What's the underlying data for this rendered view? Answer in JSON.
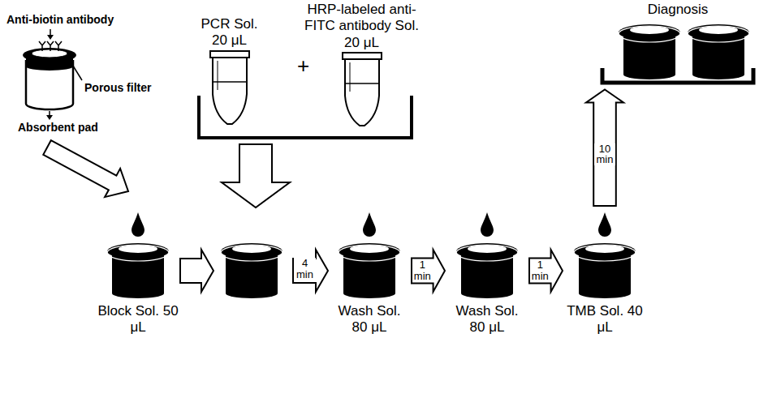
{
  "diagram": {
    "nodes": [
      {
        "text": [
          "PCR Sol. 20 μL"
        ]
      },
      {
        "text": [
          "HRP-labeled anti-FITC antibody Sol. 20 μL"
        ]
      },
      {
        "text": [
          "Block Sol. 50 μL"
        ]
      },
      {
        "text": [
          "Wash Sol. 80 μL"
        ]
      },
      {
        "text": [
          "Wash Sol. 80 μL"
        ]
      },
      {
        "text": [
          "TMB Sol. 40 μL"
        ]
      },
      {
        "text": [
          "Diagnosis"
        ]
      }
    ],
    "edges": [
      {
        "from": 3,
        "to": 4,
        "label": "1 min",
        "arrow": "to"
      },
      {
        "from": 4,
        "to": 5,
        "label": "1 min",
        "arrow": "to"
      },
      {
        "from": 5,
        "to": 6,
        "label": "10 min",
        "arrow": "to"
      }
    ],
    "labels": [
      "Anti-biotin antibody",
      "Porous filter",
      "Absorbent pad",
      "+",
      "4 min"
    ]
  }
}
